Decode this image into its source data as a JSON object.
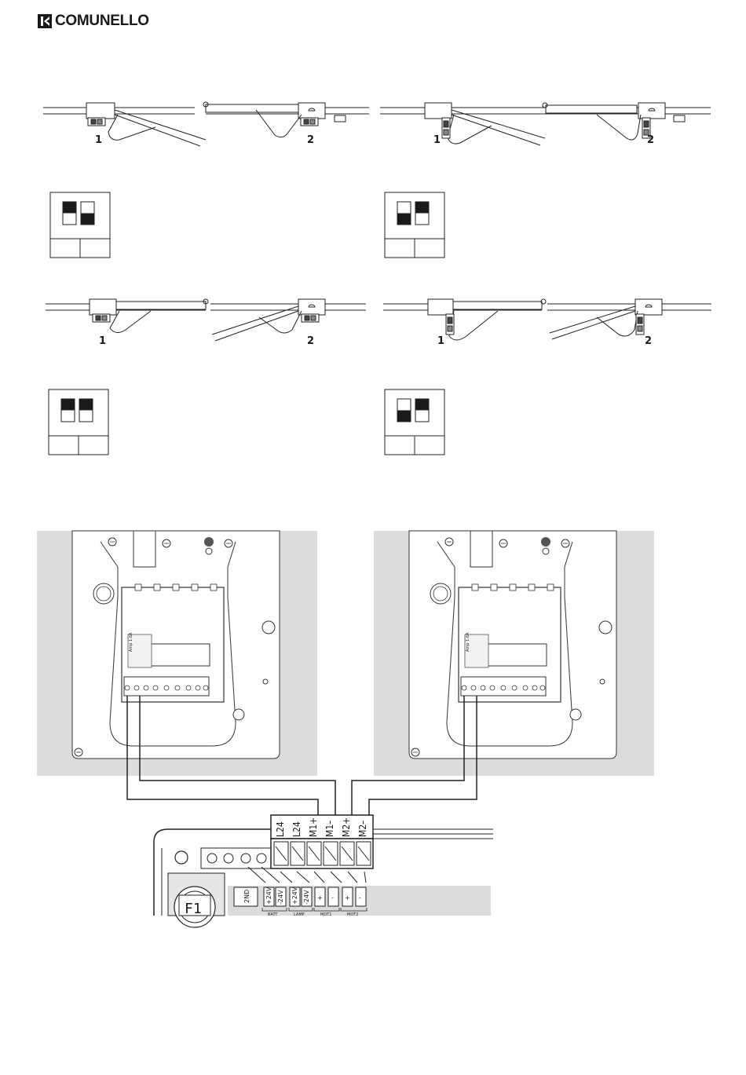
{
  "brand": {
    "name": "COMUNELLO"
  },
  "configurations": [
    {
      "motor_labels": [
        "1",
        "2"
      ],
      "dip": [
        "up",
        "down"
      ]
    },
    {
      "motor_labels": [
        "1",
        "2"
      ],
      "dip": [
        "down",
        "up"
      ]
    },
    {
      "motor_labels": [
        "1",
        "2"
      ],
      "dip": [
        "up",
        "up"
      ]
    },
    {
      "motor_labels": [
        "1",
        "2"
      ],
      "dip": [
        "down",
        "up"
      ]
    }
  ],
  "terminals": {
    "top": [
      "L24",
      "L24",
      "M1+",
      "M1–",
      "M2+",
      "M2–"
    ],
    "board": [
      "2ND",
      "+24V",
      "-24V",
      "+24V",
      "-24V",
      "+",
      "-",
      "+",
      "-"
    ],
    "groups": [
      "BATT",
      "LAMP",
      "MOT1",
      "MOT2"
    ]
  },
  "fuse": "F1",
  "panel_label": "Amp 1.6A"
}
